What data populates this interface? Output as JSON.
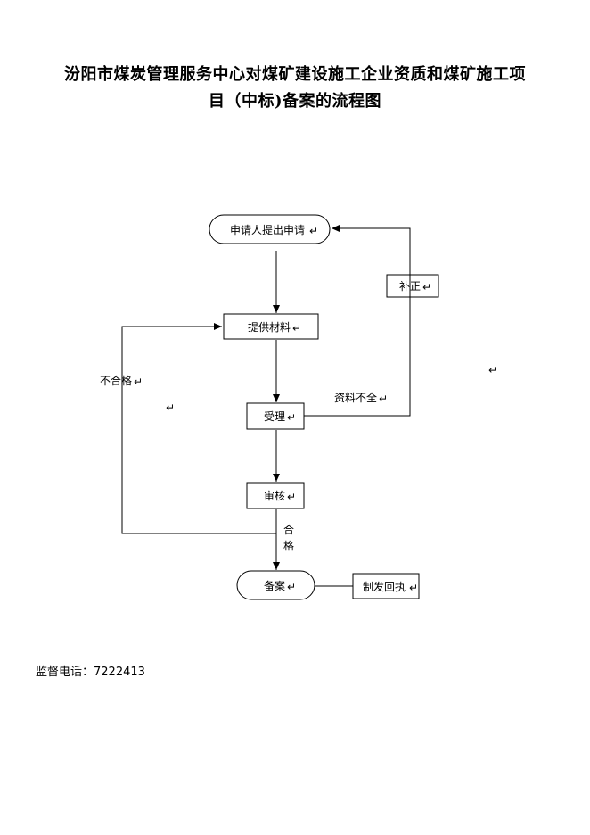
{
  "title": {
    "line1": "汾阳市煤炭管理服务中心对煤矿建设施工企业资质和煤矿施工项",
    "line2": "目（中标)备案的流程图"
  },
  "flow": {
    "nodes": {
      "apply": "申请人提出申请",
      "materials": "提供材料",
      "accept": "受理",
      "review": "审核",
      "record": "备案",
      "correction": "补正",
      "receipt": "制发回执"
    },
    "labels": {
      "not_qualified": "不合格",
      "incomplete": "资料不全",
      "qualified_1": "合",
      "qualified_2": "格"
    },
    "mark": "↵"
  },
  "footer": {
    "phone_label": "监督电话：",
    "phone_number": "7222413"
  }
}
